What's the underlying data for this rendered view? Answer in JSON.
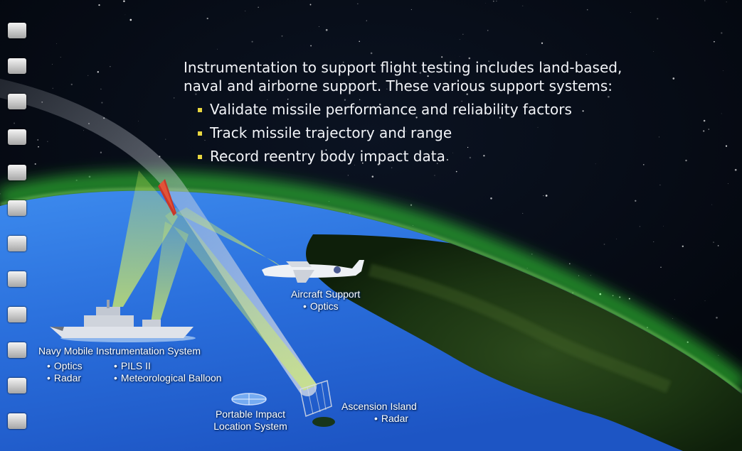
{
  "intro": {
    "line1": "Instrumentation to support flight testing includes land-based,",
    "line2": "naval and airborne support.  These various support systems:",
    "bullets": [
      "Validate missile performance and reliability factors",
      "Track missile trajectory and range",
      "Record reentry body impact data"
    ]
  },
  "labels": {
    "aircraft": {
      "title": "Aircraft Support",
      "items": [
        "Optics"
      ]
    },
    "navy": {
      "title": "Navy Mobile Instrumentation System",
      "col1": [
        "Optics",
        "Radar"
      ],
      "col2": [
        "PILS II",
        "Meteorological Balloon"
      ]
    },
    "portable": {
      "line1": "Portable Impact",
      "line2": "Location System"
    },
    "ascension": {
      "title": "Ascension Island",
      "items": [
        "Radar"
      ]
    }
  },
  "colors": {
    "ocean": "#2f74e0",
    "atmosphere": "#3df03a",
    "beam": "#d6f060",
    "bullet": "#e8d640",
    "label_text": "#ffffff"
  },
  "icons": [
    "ship-icon",
    "aircraft-icon",
    "missile-icon",
    "impact-target-icon",
    "radar-station-icon",
    "binder-ring-icon"
  ]
}
